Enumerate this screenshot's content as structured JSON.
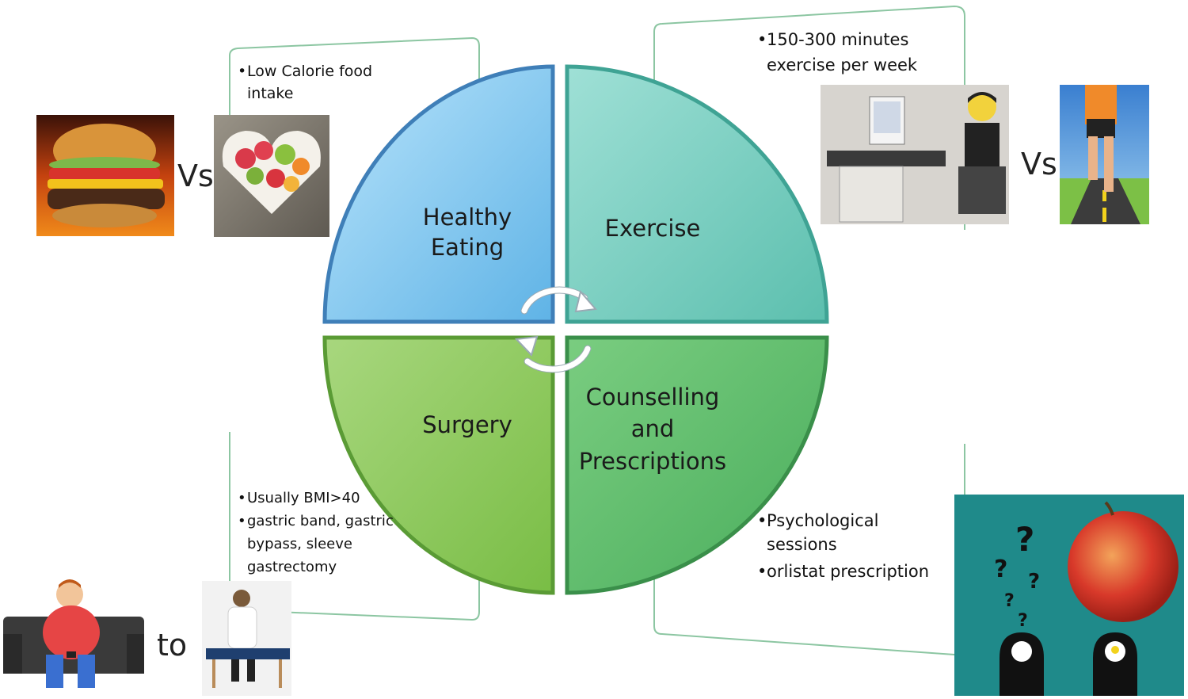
{
  "quadrants": {
    "healthy_eating": [
      "Healthy",
      "Eating"
    ],
    "exercise": [
      "Exercise"
    ],
    "surgery": [
      "Surgery"
    ],
    "counselling": [
      "Counselling",
      "and",
      "Prescriptions"
    ]
  },
  "callouts": {
    "healthy_eating": [
      "Low Calorie food intake"
    ],
    "exercise": [
      "150-300 minutes exercise per week"
    ],
    "surgery": [
      "Usually BMI>40",
      "gastric band, gastric bypass, sleeve gastrectomy"
    ],
    "counselling": [
      "Psychological sessions",
      "orlistat prescription"
    ]
  },
  "comparisons": {
    "food_vs": "Vs",
    "exercise_vs": "Vs",
    "surgery_to": "to"
  },
  "colors": {
    "blue": "#7cc3ee",
    "teal": "#6cc9bb",
    "green_left": "#8cc85c",
    "green_right": "#5eb96c",
    "callout_border": "#7fbf8f"
  },
  "icons": [
    "burger-image",
    "fruit-bowl-image",
    "office-worker-image",
    "runner-image",
    "couch-man-image",
    "seated-man-image",
    "question-heads-apple-image",
    "cycle-arrows-icon"
  ]
}
